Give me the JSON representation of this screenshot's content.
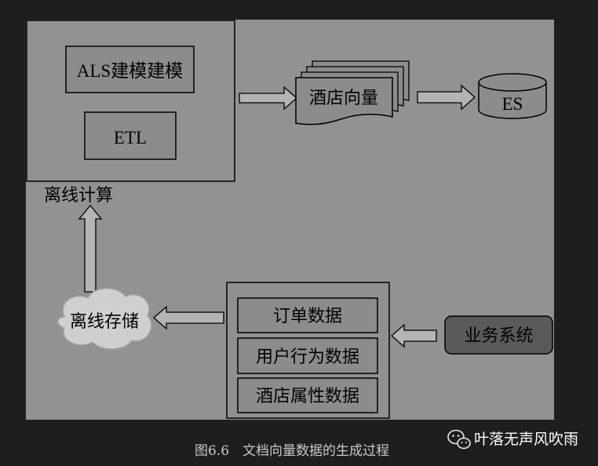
{
  "colors": {
    "outer_bg": "#1e1e1e",
    "panel_bg": "#929292",
    "box_fill": "#8c8c8c",
    "dark_box_fill": "#5a5a5a",
    "stroke": "#000000",
    "text": "#000000",
    "caption_text": "#c8c8c8",
    "watermark_text": "#ffffff"
  },
  "offline_panel": {
    "label": "离线计算",
    "als_box": "ALS建模建模",
    "etl_box": "ETL"
  },
  "hotel_vector": {
    "label": "酒店向量"
  },
  "es": {
    "label": "ES"
  },
  "offline_storage": {
    "label": "离线存储"
  },
  "data_sources": {
    "items": [
      {
        "label": "订单数据"
      },
      {
        "label": "用户行为数据"
      },
      {
        "label": "酒店属性数据"
      }
    ]
  },
  "business_system": {
    "label": "业务系统"
  },
  "caption": "图6.6　文档向量数据的生成过程",
  "watermark": {
    "icon": "wechat-icon",
    "text": "叶落无声风吹雨"
  }
}
